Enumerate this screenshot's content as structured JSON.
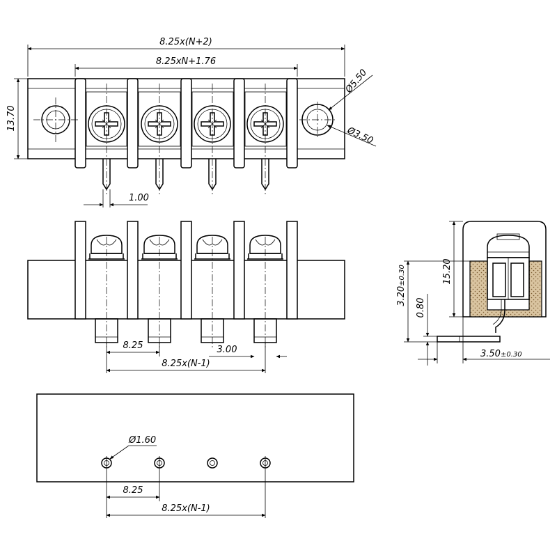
{
  "dimensions": {
    "overall_length": "8.25x(N+2)",
    "inner_length": "8.25xN+1.76",
    "height": "13.70",
    "mount_hole_outer": "Ø5.50",
    "mount_hole_inner": "Ø3.50",
    "pin_width": "1.00",
    "pitch_front": "8.25",
    "pin_span_front": "8.25x(N-1)",
    "pin_length": "3.00",
    "side_height": "15.20",
    "side_pin_offset": "3.20",
    "side_pin_offset_tol": "±0.30",
    "side_pin_thickness": "0.80",
    "side_pin_extension": "3.50",
    "side_pin_extension_tol": "±0.30",
    "pcb_hole": "Ø1.60",
    "pitch_pcb": "8.25",
    "pin_span_pcb": "8.25x(N-1)"
  },
  "colors": {
    "line": "#000000",
    "hatch": "#d9c4a0",
    "shade": "#e8e8e8"
  }
}
